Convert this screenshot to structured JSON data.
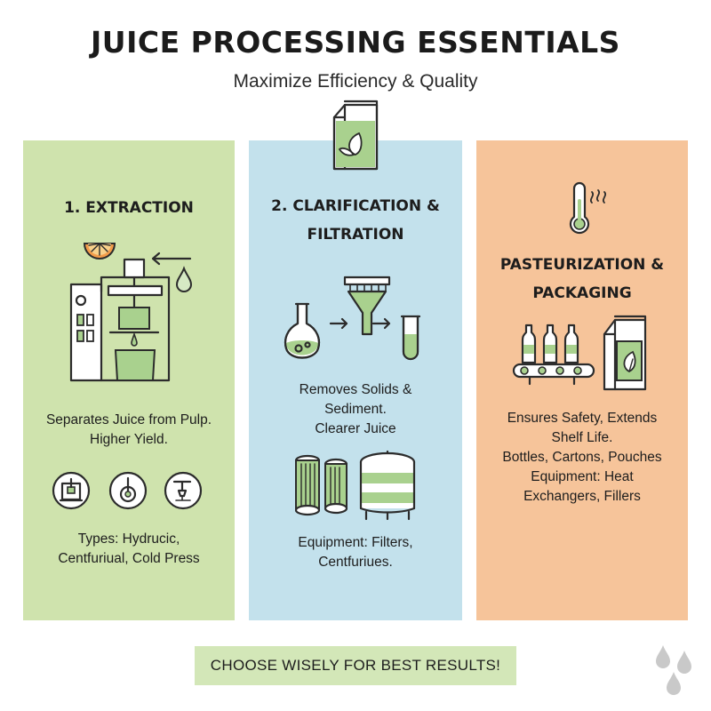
{
  "header": {
    "title": "JUICE PROCESSING ESSENTIALS",
    "subtitle": "Maximize Efficiency & Quality"
  },
  "panels": [
    {
      "heading": "1. EXTRACTION",
      "description": [
        "Separates Juice from Pulp.",
        "Higher Yield."
      ],
      "types": [
        "Types: Hydrucic,",
        "Centfuriual, Cold Press"
      ]
    },
    {
      "heading": [
        "2. CLARIFICATION &",
        "FILTRATION"
      ],
      "description": [
        "Removes Solids &",
        "Sediment.",
        "Clearer Juice"
      ],
      "equipment": [
        "Equipment: Filters,",
        "Centfuriues."
      ]
    },
    {
      "heading": [
        "PASTEURIZATION &",
        "PACKAGING"
      ],
      "description": [
        "Ensures Safety, Extends",
        "Shelf Life.",
        "Bottles, Cartons, Pouches",
        "Equipment: Heat",
        "Exchangers, Fillers"
      ]
    }
  ],
  "footer": {
    "banner": "CHOOSE WISELY FOR BEST RESULTS!"
  },
  "colors": {
    "extraction_panel": "#cfe3ad",
    "clarification_panel": "#c3e1ec",
    "pasteurization_panel": "#f6c49a",
    "banner": "#d3e7b8",
    "accent_green": "#a9d18e"
  },
  "icons": [
    "juice-carton-icon",
    "orange-slice-icon",
    "juice-press-icon",
    "drop-icon",
    "arrow-left-icon",
    "hydraulic-press-icon",
    "centrifugal-icon",
    "cold-press-icon",
    "flask-icon",
    "funnel-filter-icon",
    "test-tube-icon",
    "filter-cartridge-icon",
    "centrifuge-tank-icon",
    "thermometer-icon",
    "bottle-conveyor-icon",
    "carton-icon",
    "water-drops-icon"
  ]
}
